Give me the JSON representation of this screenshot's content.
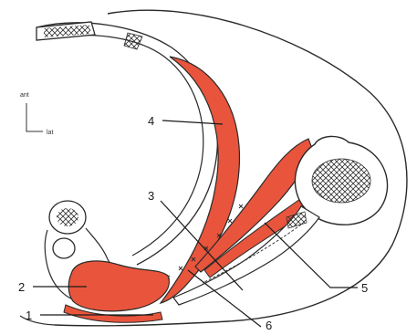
{
  "colors": {
    "muscle": "#e8553c",
    "outline": "#2a2a2a",
    "background": "#ffffff"
  },
  "orientation": {
    "anterior": "ant",
    "lateral": "lat"
  },
  "labels": {
    "l1": "1",
    "l2": "2",
    "l3": "3",
    "l4": "4",
    "l5": "5",
    "l6": "6"
  }
}
